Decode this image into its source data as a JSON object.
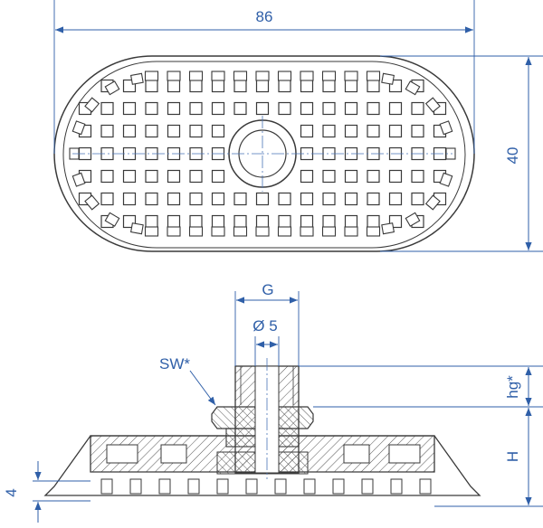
{
  "colors": {
    "dimension": "#2f5fa8",
    "outline": "#3a3a3a",
    "centerline": "#4a74b8",
    "hatch": "#555555"
  },
  "top_view": {
    "width_label": "86",
    "height_label": "40"
  },
  "side_view": {
    "thread_label": "G",
    "bore_label": "Ø 5",
    "wrench_label": "SW*",
    "thread_depth_label": "hg*",
    "overall_height_label": "H",
    "lip_height_label": "4"
  }
}
